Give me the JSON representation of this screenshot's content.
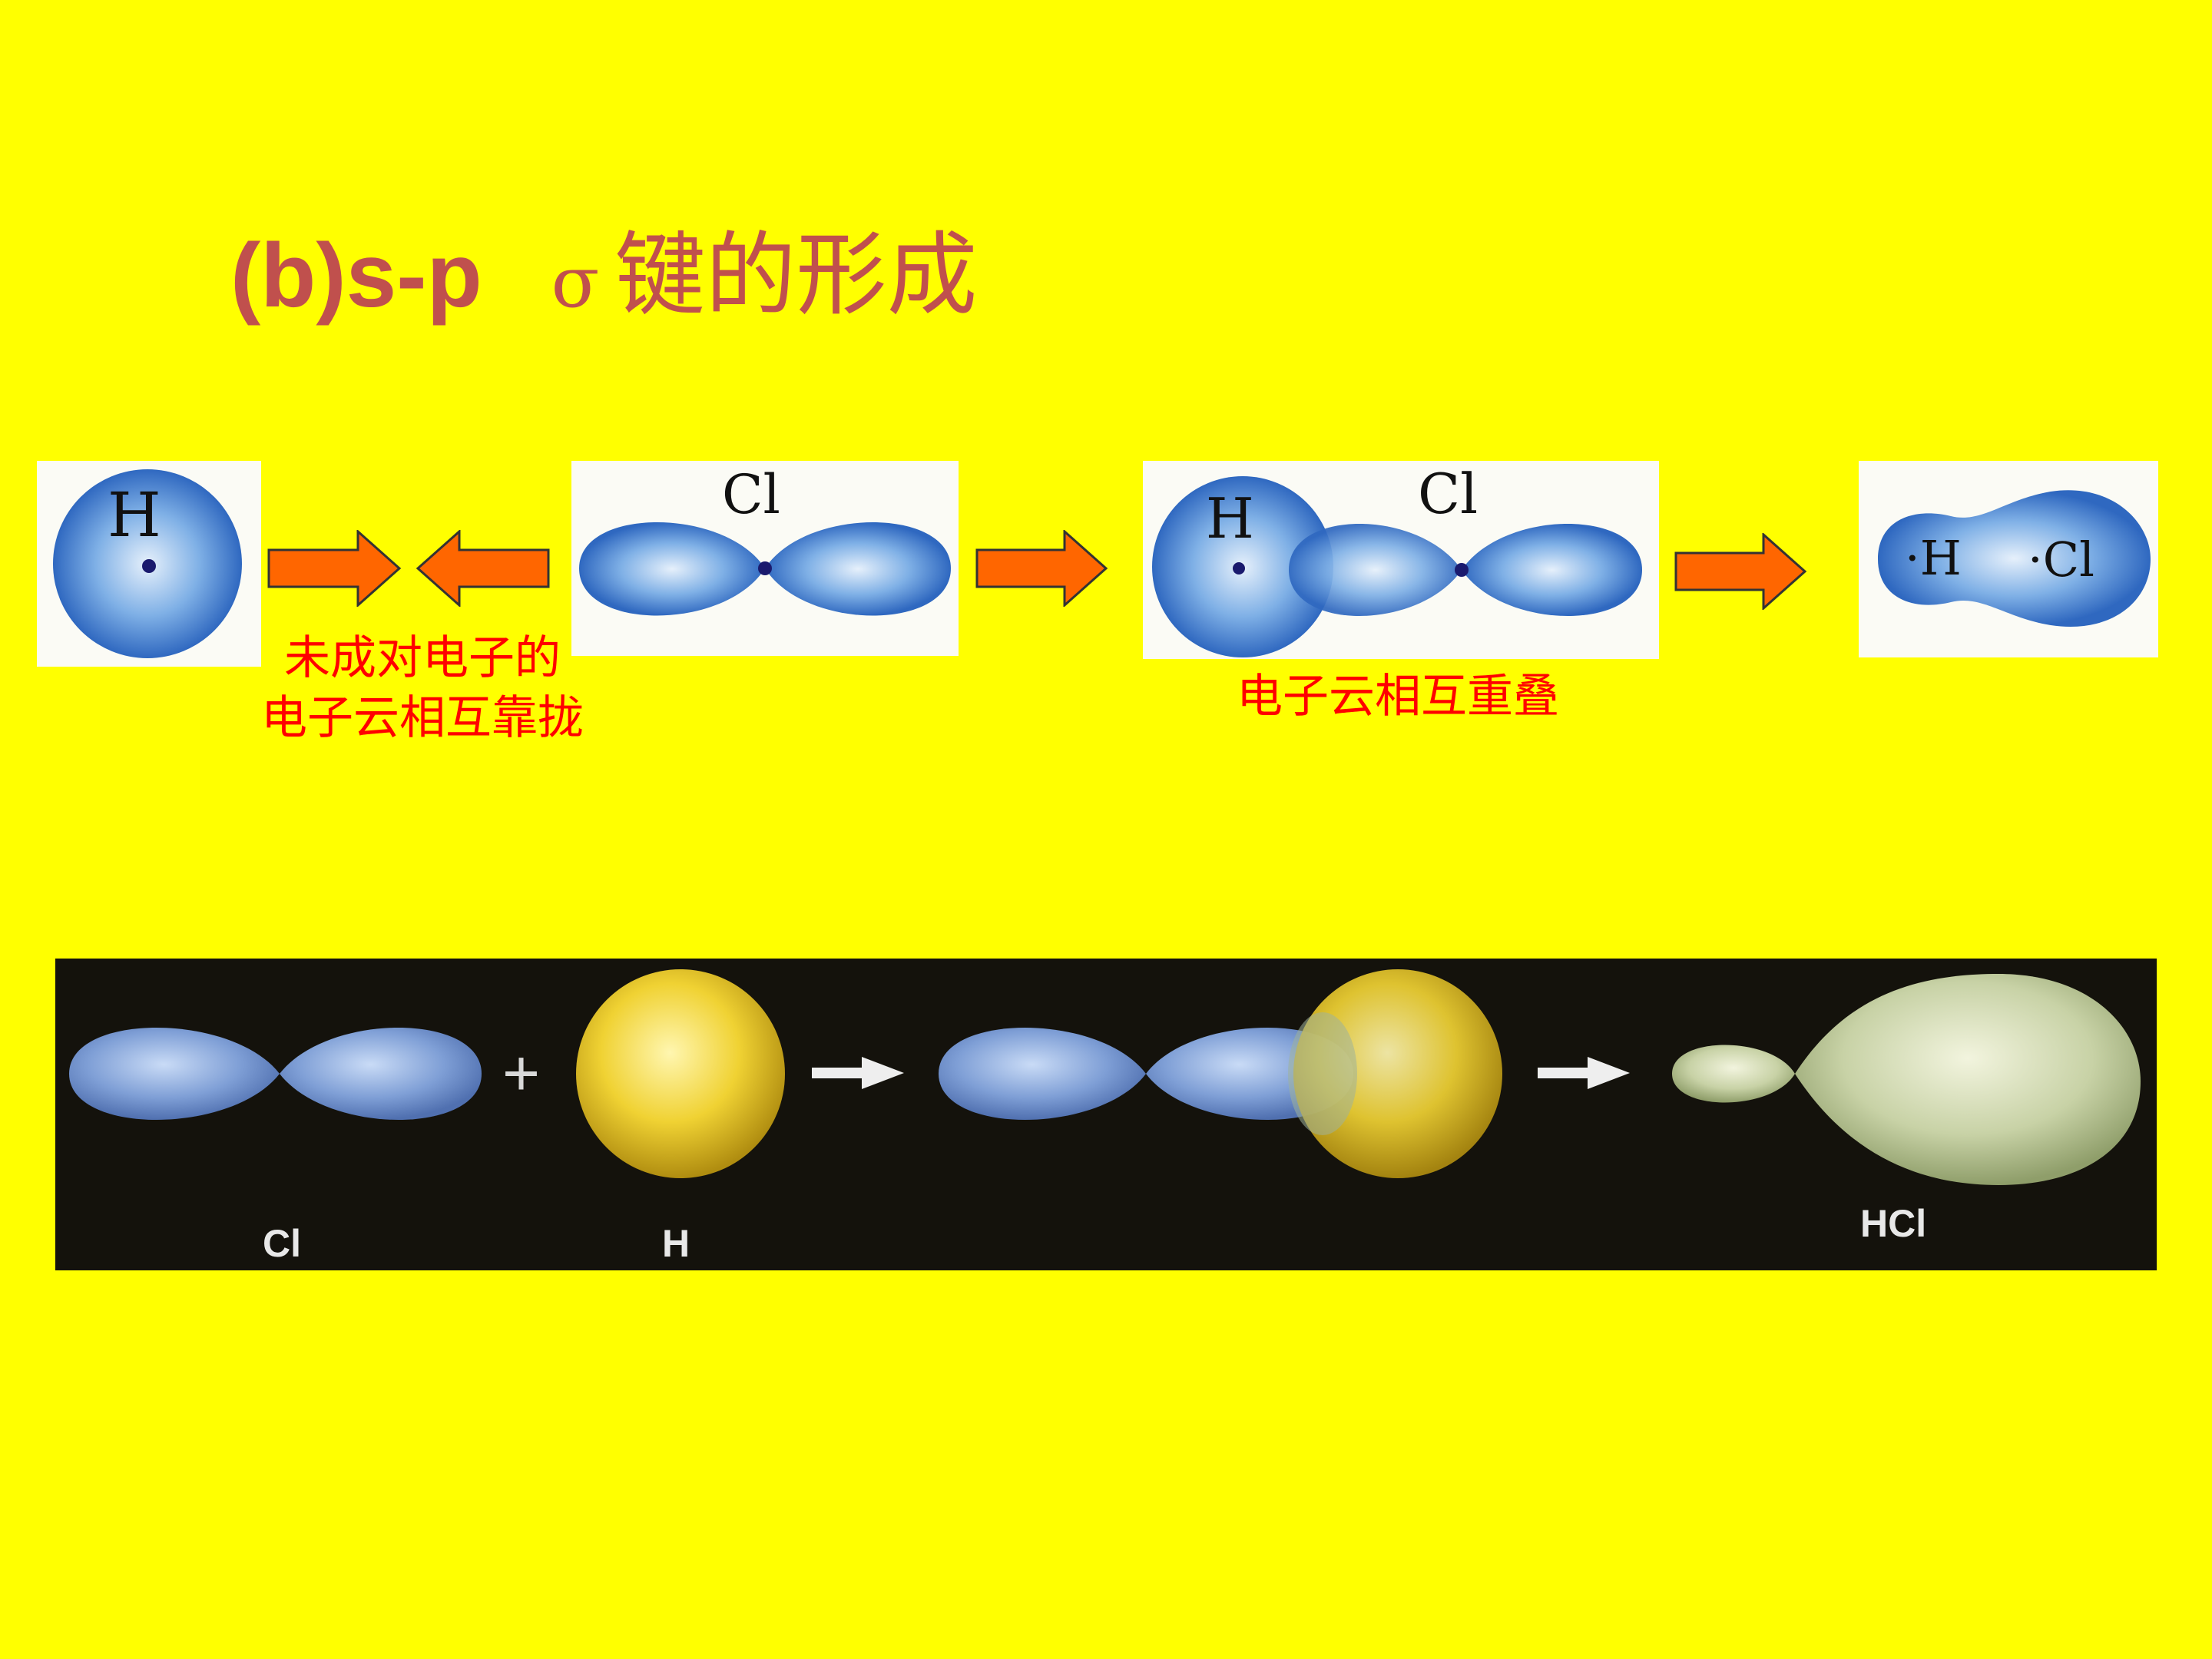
{
  "title": {
    "prefix": "(b)s-p",
    "sigma": "σ",
    "rest": "键的形成"
  },
  "top_diagram": {
    "panel1_label": "H",
    "panel2_label": "Cl",
    "panel3_labels": [
      "H",
      "Cl"
    ],
    "panel4_labels": [
      "·H",
      "·Cl"
    ],
    "caption_left_line1": "未成对电子的",
    "caption_left_line2": "电子云相互靠拢",
    "caption_right": "电子云相互重叠"
  },
  "bottom_diagram": {
    "plus": "+",
    "labels": {
      "cl": "Cl",
      "h": "H",
      "hcl": "HCl"
    }
  },
  "colors": {
    "background": "#ffff00",
    "title": "#c0504d",
    "caption": "#ff0000",
    "arrow_fill": "#ff6600",
    "orbital_blue": "#3f7fd0",
    "orbital_yellow": "#e8c81e",
    "strip_bg": "#14120c"
  }
}
